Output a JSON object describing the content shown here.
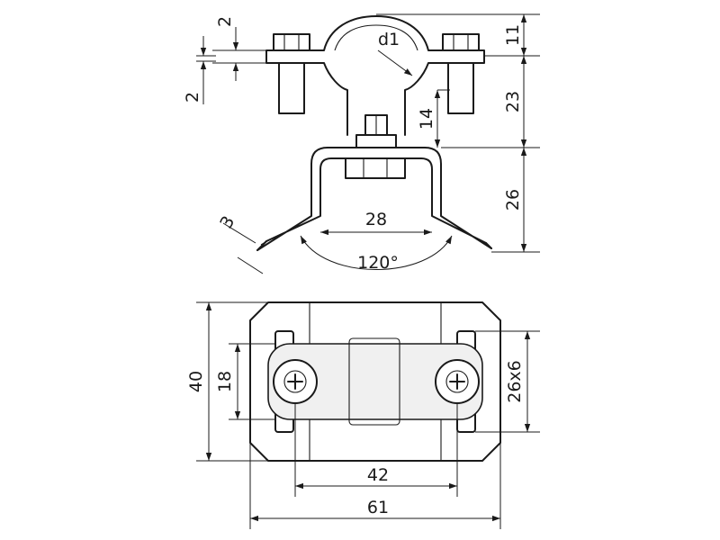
{
  "labels": {
    "d1": "d1",
    "top_offset": "2",
    "bolt_offset": "2",
    "height_11": "11",
    "height_23": "23",
    "height_14": "14",
    "height_26": "26",
    "thickness": "3",
    "inner_width": "28",
    "angle": "120°",
    "total_height": "40",
    "slot_spacing": "18",
    "slot_size": "26x6",
    "hole_distance": "42",
    "total_width": "61"
  }
}
